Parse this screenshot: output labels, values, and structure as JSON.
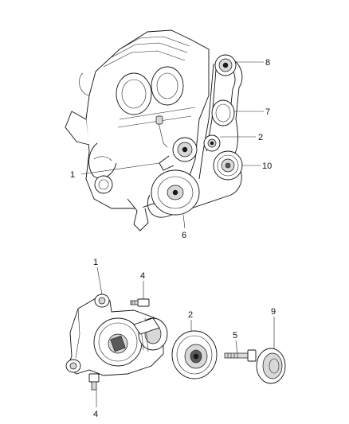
{
  "callouts": {
    "upper_tensioner": "1",
    "upper_idler": "2",
    "upper_crank_pulley": "6",
    "upper_gear_7": "7",
    "upper_sprocket": "8",
    "upper_damper": "10",
    "lower_tensioner": "1",
    "lower_bolt_top": "4",
    "lower_bolt_bottom": "4",
    "lower_idler": "2",
    "lower_bolt_long": "5",
    "lower_cap": "9"
  },
  "icons": {
    "upper_view": "engine-front-accessory-drive-illustration",
    "lower_view": "belt-tensioner-exploded-illustration"
  }
}
